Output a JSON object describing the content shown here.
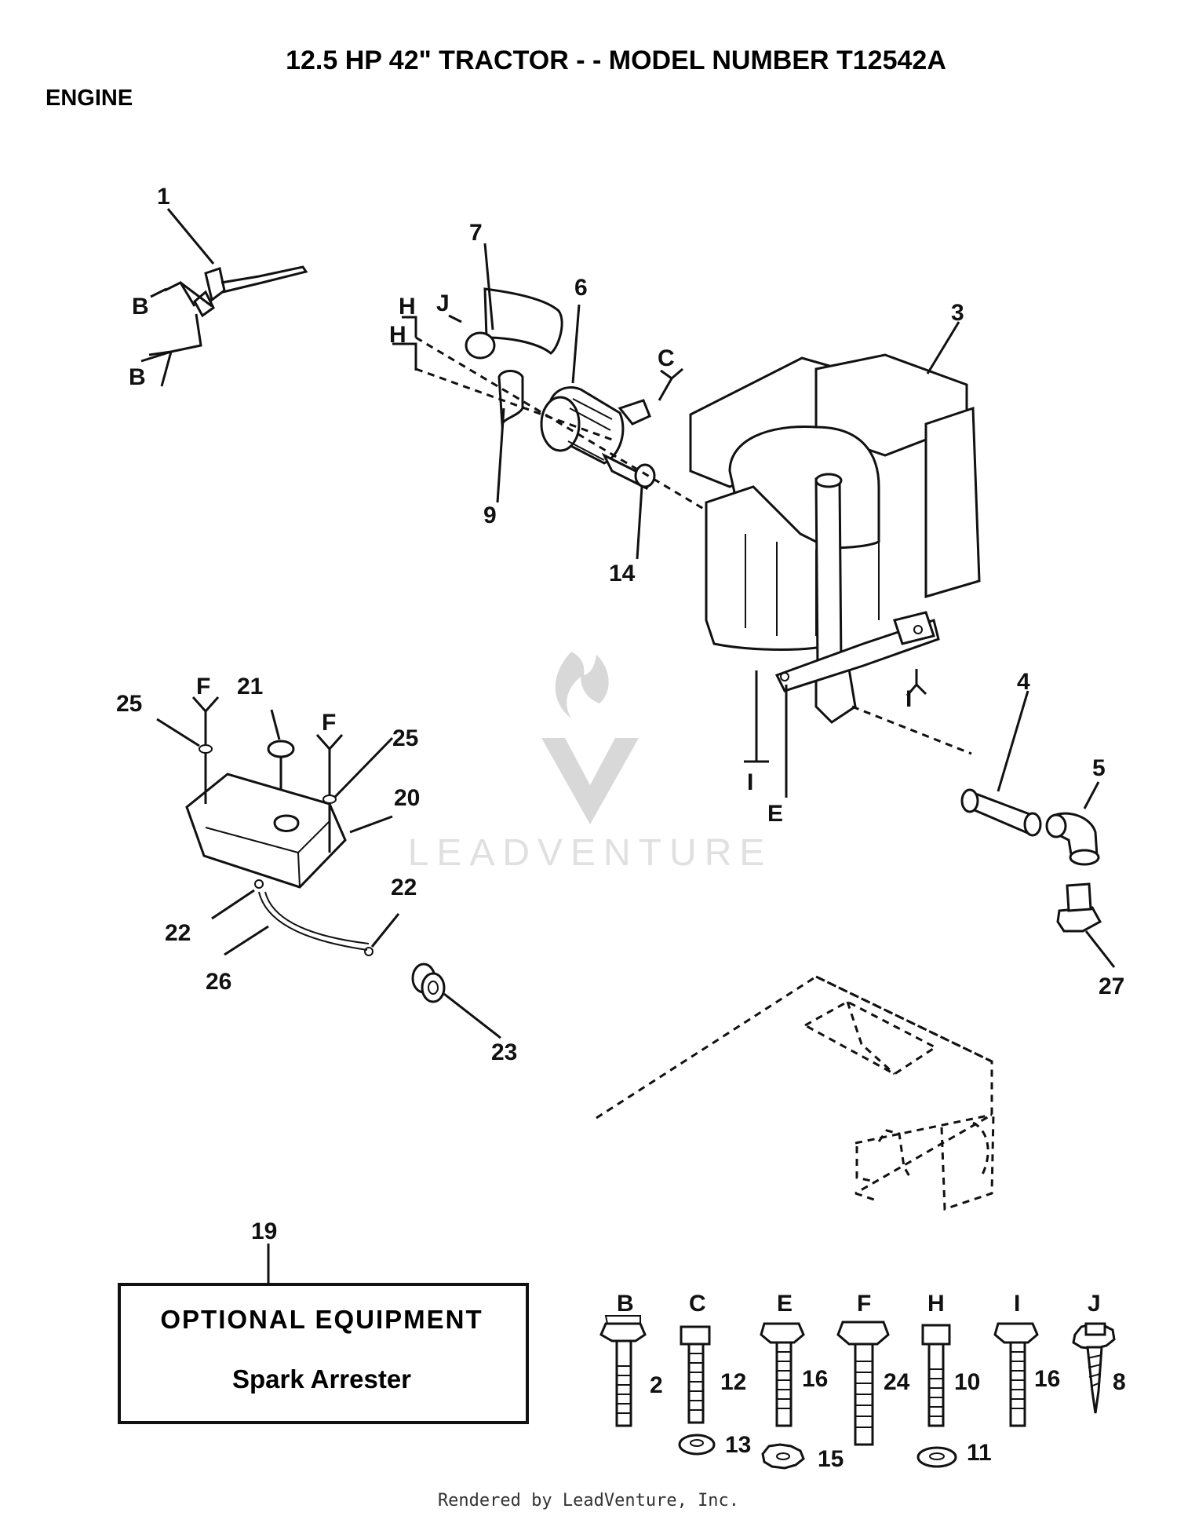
{
  "header": {
    "title": "12.5 HP 42\" TRACTOR - - MODEL NUMBER T12542A",
    "section": "ENGINE"
  },
  "optional_box": {
    "ref": "19",
    "line1": "OPTIONAL EQUIPMENT",
    "line2": "Spark Arrester"
  },
  "watermark": {
    "text": "LEADVENTURE"
  },
  "footer": {
    "text": "Rendered by LeadVenture, Inc."
  },
  "callouts": {
    "p1": "1",
    "p3": "3",
    "p4": "4",
    "p5": "5",
    "p6": "6",
    "p7": "7",
    "p9": "9",
    "p14": "14",
    "p20": "20",
    "p21": "21",
    "p22a": "22",
    "p22b": "22",
    "p23": "23",
    "p25a": "25",
    "p25b": "25",
    "p26": "26",
    "p27": "27"
  },
  "letters": {
    "b1": "B",
    "b2": "B",
    "h1": "H",
    "h2": "H",
    "j": "J",
    "c": "C",
    "i1": "I",
    "i2": "I",
    "e": "E",
    "f1": "F",
    "f2": "F"
  },
  "hardware": [
    {
      "letter": "B",
      "part": "2"
    },
    {
      "letter": "C",
      "part": "12",
      "washer": "13"
    },
    {
      "letter": "E",
      "part": "16",
      "washer": "15"
    },
    {
      "letter": "F",
      "part": "24"
    },
    {
      "letter": "H",
      "part": "10",
      "washer": "11"
    },
    {
      "letter": "I",
      "part": "16"
    },
    {
      "letter": "J",
      "part": "8"
    }
  ]
}
